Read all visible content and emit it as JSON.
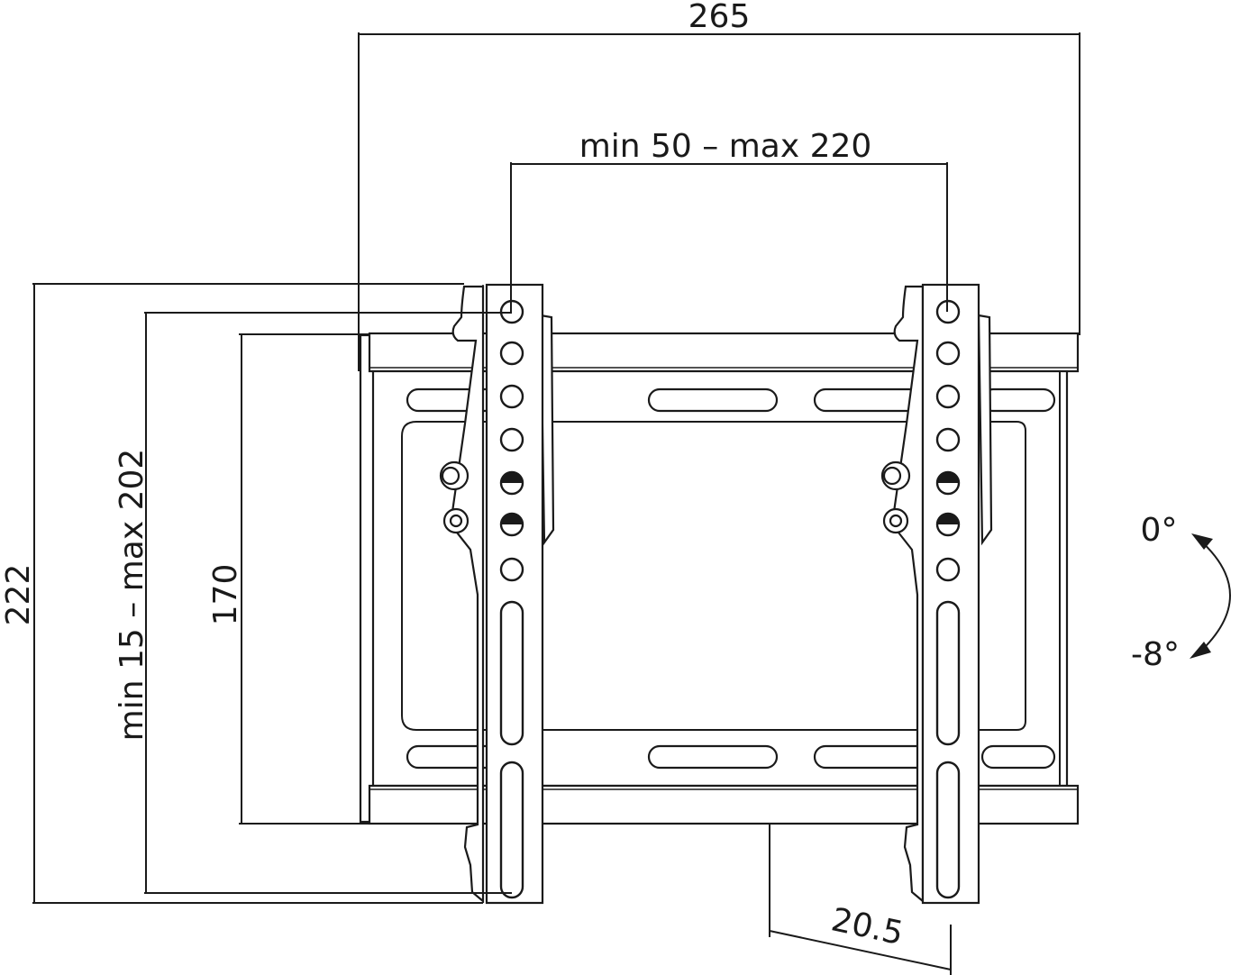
{
  "diagram": {
    "subject": "Tilting TV wall mount bracket - technical dimension drawing",
    "units": "mm",
    "colors": {
      "line": "#1a1a1a",
      "background": "#ffffff"
    },
    "dimensions": {
      "overall_width": "265",
      "vesa_horizontal": "min 50 – max 220",
      "overall_height": "222",
      "vesa_vertical": "min 15 – max 202",
      "wall_plate_height": "170",
      "wall_distance": "20.5"
    },
    "tilt": {
      "top_label": "0°",
      "bottom_label": "-8°"
    }
  }
}
